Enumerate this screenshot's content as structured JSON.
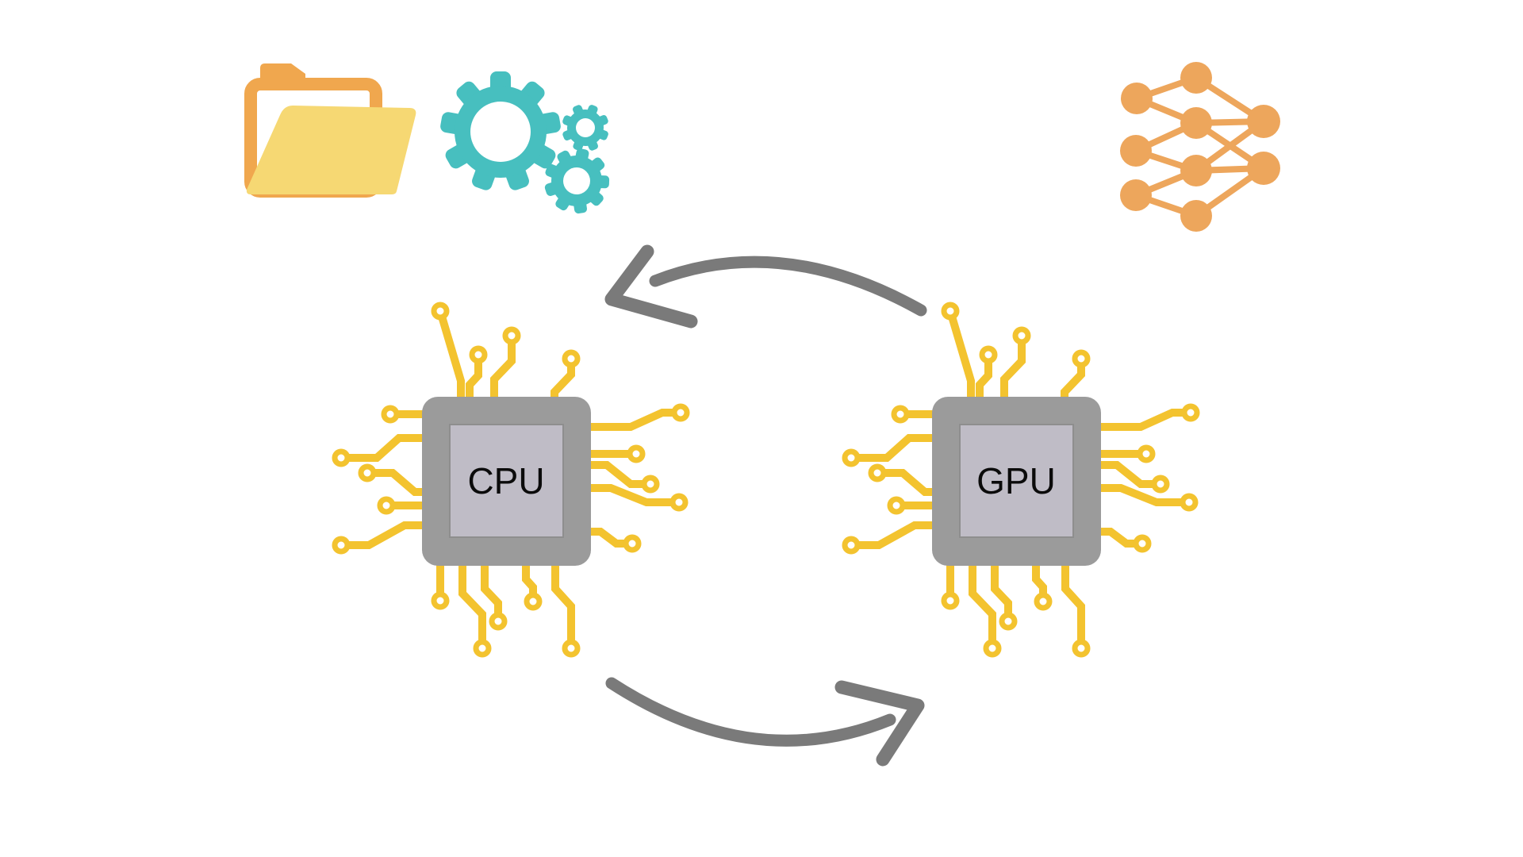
{
  "diagram": {
    "chips": [
      {
        "id": "cpu",
        "label": "CPU"
      },
      {
        "id": "gpu",
        "label": "GPU"
      }
    ],
    "icons": [
      {
        "name": "folder-icon"
      },
      {
        "name": "gears-icon"
      },
      {
        "name": "neural-network-icon"
      },
      {
        "name": "cpu-chip-icon"
      },
      {
        "name": "gpu-chip-icon"
      },
      {
        "name": "cycle-arrow-top-icon"
      },
      {
        "name": "cycle-arrow-bottom-icon"
      }
    ],
    "colors": {
      "background": "#ffffff",
      "folder_back": "#f0a74e",
      "folder_front": "#f6d873",
      "gear_teal": "#47bfbf",
      "network_orange": "#eda65c",
      "circuit_yellow": "#f3c32f",
      "chip_body": "#9b9b9b",
      "chip_inner": "#bfbcc6",
      "chip_label": "#0b0b0b",
      "arrow_gray": "#7a7a7a"
    }
  }
}
